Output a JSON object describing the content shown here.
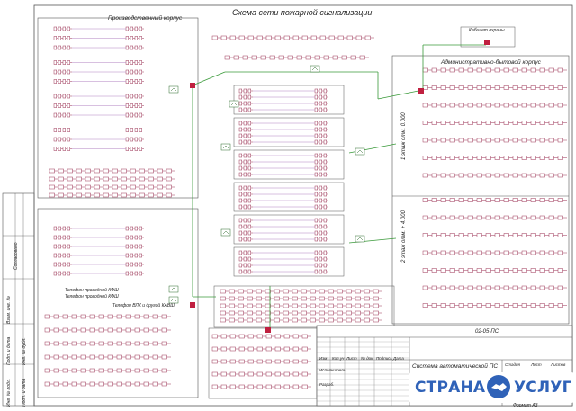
{
  "diagram": {
    "title": "Схема сети пожарной сигнализации",
    "colors": {
      "frame": "#555555",
      "wire": "#9b3355",
      "loop_line": "#b080c0",
      "green_line": "#3a9a3a",
      "panel_fill": "#e8e0c8",
      "node": "#c02040",
      "device": "#2a6a2a"
    }
  },
  "buildings": {
    "production": "Производственный корпус",
    "admin": "Административно-бытовой корпус",
    "cabinet": "Кабинет охраны"
  },
  "floors": {
    "floor1": "1 этаж  отм. 0.000",
    "floor2": "2 этаж  отм. + 4.000"
  },
  "legend": {
    "line1": "Телефон проводной КФШ",
    "line2": "Телефон проводной КФШ",
    "line3": "Телефон ВЛК и другой КАВШ"
  },
  "side_labels": {
    "s1": "Инв. № подл.",
    "s2": "Подп. и дата",
    "s3": "Взам. инв. №",
    "s4": "Подп. и дата",
    "s5": "Инв. № дубл.",
    "s6": "Согласовано"
  },
  "stamp": {
    "code": "02-05-ПС",
    "system": "Система автоматической ПС",
    "col_izm": "Изм",
    "col_kol": "Кол.уч",
    "col_list": "Лист",
    "col_doc": "№ док",
    "col_podp": "Подпись",
    "col_data": "Дата",
    "row1": "Исполнитель",
    "row2": "Разраб.",
    "stadia": "Стадия",
    "list": "Лист",
    "listov": "Листов"
  },
  "format": "Формат А3",
  "watermark": {
    "brand_left": "СТРАНА",
    "brand_right": "УСЛУГ",
    "emblem": "handshake-icon"
  }
}
